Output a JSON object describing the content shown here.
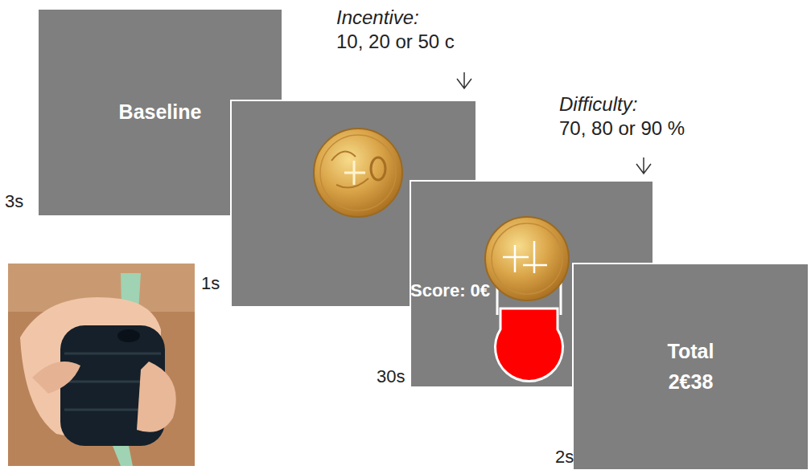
{
  "diagram": {
    "nodes": [
      {
        "text": [
          "Baseline"
        ]
      },
      {
        "text": [
          "Score: 0€"
        ]
      },
      {
        "text": [
          "Total 2€38"
        ]
      }
    ],
    "labels": [
      "Incentive:",
      "10, 20 or 50 c",
      "Difficulty:",
      "70, 80 or 90 %",
      "3s",
      "1s",
      "30s",
      "2s"
    ]
  }
}
